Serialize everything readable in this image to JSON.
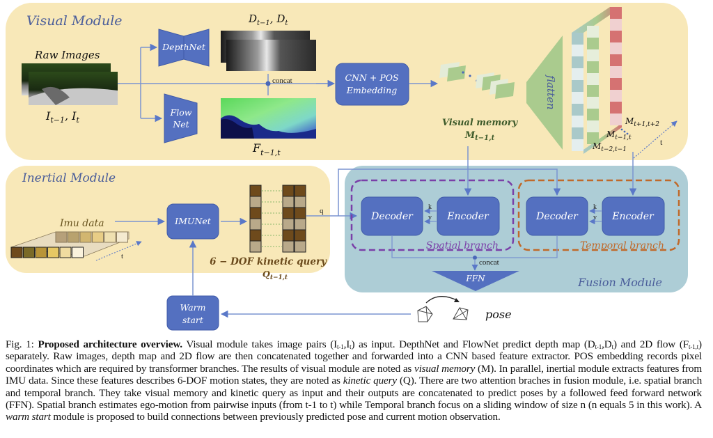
{
  "visual_module": {
    "title": "Visual Module",
    "raw_images_label": "Raw Images",
    "raw_images_math": "I",
    "raw_images_sub1": "t−1",
    "raw_images_sub2": "t",
    "depthnet_label": "DepthNet",
    "flownet_label_1": "Flow",
    "flownet_label_2": "Net",
    "depth_math": "D",
    "depth_sub1": "t−1",
    "depth_sub2": "t",
    "flow_math": "F",
    "flow_sub": "t−1,t",
    "concat_label": "concat",
    "cnn_label_1": "CNN + POS",
    "cnn_label_2": "Embedding",
    "flatten_label": "flatten",
    "visual_memory_label": "Visual memory",
    "visual_memory_math": "M",
    "visual_memory_sub": "t−1,t",
    "memory_labels": [
      {
        "math": "M",
        "sub": "t+1,t+2"
      },
      {
        "math": "M",
        "sub": "t−1,t"
      },
      {
        "math": "M",
        "sub": "t−2,t−1"
      }
    ],
    "time_axis_label": "t",
    "colors": {
      "module_bg": "#f8e8b8",
      "net_blue": "#5470c0",
      "memory_teal": "#a9c9c9",
      "memory_green": "#aacb8e",
      "memory_red": "#d57272",
      "flatten_green": "#aacb8e"
    }
  },
  "inertial_module": {
    "title": "Inertial Module",
    "imu_label": "Imu data",
    "imunet_label": "IMUNet",
    "time_axis_label": "t",
    "kinetic_query_label": "6 − DOF kinetic query",
    "kinetic_query_math": "Q",
    "kinetic_query_sub": "t−1,t",
    "q_label": "q",
    "warm_start_label_1": "Warm",
    "warm_start_label_2": "start",
    "colors": {
      "dark_brown": "#6e4a1c",
      "light_tan": "#b9a98a"
    }
  },
  "fusion_module": {
    "title": "Fusion Module",
    "spatial_branch_label": "Spatial branch",
    "temporal_branch_label": "Temporal branch",
    "decoder_label": "Decoder",
    "encoder_label": "Encoder",
    "k_label": "k",
    "v_label": "v",
    "concat_label": "concat",
    "ffn_label": "FFN",
    "pose_label": "pose",
    "colors": {
      "module_bg": "#adcdd6",
      "spatial_border": "#7a3fa8",
      "temporal_border": "#c0692a"
    }
  },
  "caption": {
    "fig_label": "Fig. 1: ",
    "bold_title": "Proposed architecture overview.",
    "t1": " Visual module takes image pairs (I",
    "s1": "t-1",
    "t2": ",I",
    "s2": "t",
    "t3": ") as input. DepthNet and FlowNet predict depth map (D",
    "s3": "t-1",
    "t4": ",D",
    "s4": "t",
    "t5": ") and 2D flow (F",
    "s5": "t-1,t",
    "t6": ") separately. Raw images, depth map and 2D flow are then concatenated together and forwarded into a CNN based feature extractor. POS embedding records pixel coordinates which are required by transformer branches. The results of visual module are noted as ",
    "i1": "visual memory",
    "t7": " (M). In parallel, inertial module extracts features from IMU data. Since these features describes 6-DOF motion states, they are noted as ",
    "i2": "kinetic query",
    "t8": " (Q). There are two attention braches in fusion module, i.e. spatial branch and temporal branch. They take visual memory and kinetic query as input and their outputs are concatenated to predict poses by a followed feed forward network (FFN). Spatial branch estimates ego-motion from pairwise inputs (from t-1 to t) while Temporal branch focus on a sliding window of size n (n equals 5 in this work). A ",
    "i3": "warm start",
    "t9": " module is proposed to build connections between previously predicted pose and current motion observation."
  }
}
